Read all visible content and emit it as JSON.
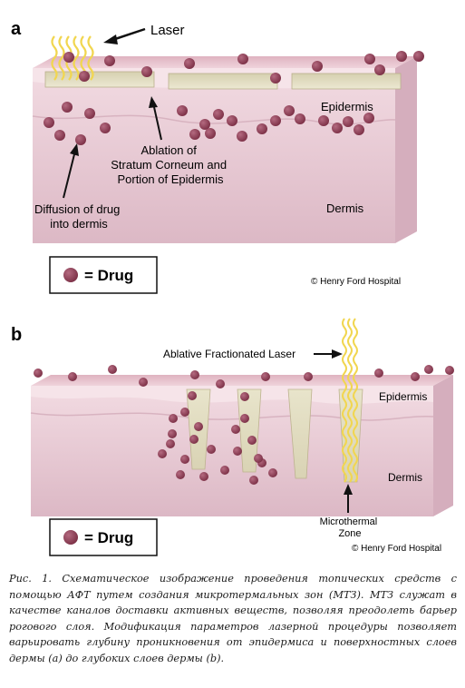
{
  "panel_a": {
    "letter": "a",
    "laser_label": "Laser",
    "ablation_label": [
      "Ablation of",
      "Stratum Corneum and",
      "Portion of Epidermis"
    ],
    "diffusion_label": [
      "Diffusion of drug",
      "into dermis"
    ],
    "epidermis_label": "Epidermis",
    "dermis_label": "Dermis",
    "legend_label": "= Drug",
    "credit": "© Henry Ford Hospital"
  },
  "panel_b": {
    "letter": "b",
    "laser_label": "Ablative Fractionated Laser",
    "epidermis_label": "Epidermis",
    "dermis_label": "Dermis",
    "zone_label": [
      "Microthermal",
      "Zone"
    ],
    "legend_label": "= Drug",
    "credit": "© Henry Ford Hospital"
  },
  "caption": "Рис. 1. Схематическое изображение проведения топических средств с помощью АФТ путем создания микротермальных зон (МТЗ). МТЗ служат в качестве каналов доставки активных веществ, позволяя преодолеть барьер рогового слоя. Модификация параметров лазерной процедуры позволяет варьировать глубину проникновения от эпидермиса и поверхностных слоев дермы (a) до глубоких слоев дермы (b).",
  "colors": {
    "skin_top": "#efd3db",
    "skin_front": "#e6c4cf",
    "epidermis_band": "#f3dde3",
    "drug": "#8c3f55",
    "laser": "#f1d650",
    "channel": "#e4e0c2"
  }
}
